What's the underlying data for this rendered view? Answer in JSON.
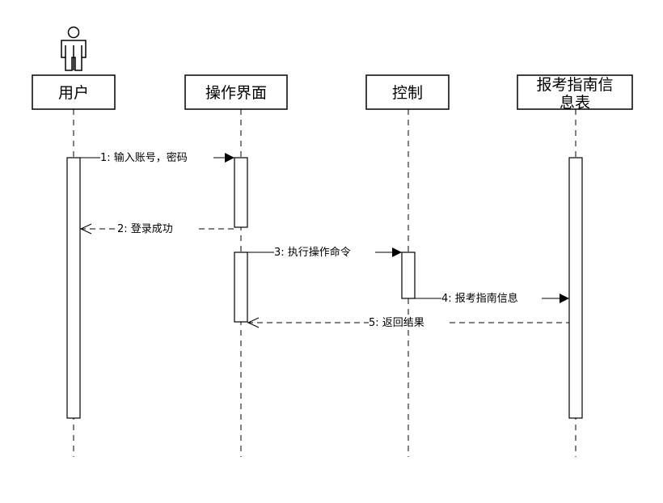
{
  "participants": [
    {
      "id": "user",
      "label": "用户",
      "actor": true
    },
    {
      "id": "ui",
      "label": "操作界面"
    },
    {
      "id": "ctrl",
      "label": "控制"
    },
    {
      "id": "table",
      "label_lines": [
        "报考指南信",
        "息表"
      ]
    }
  ],
  "messages": [
    {
      "label": "1: 输入账号，密码",
      "from": "user",
      "to": "ui",
      "style": "solid"
    },
    {
      "label": "2:  登录成功",
      "from": "ui",
      "to": "user",
      "style": "dashed"
    },
    {
      "label": "3: 执行操作命令",
      "from": "ui",
      "to": "ctrl",
      "style": "solid"
    },
    {
      "label": "4: 报考指南信息",
      "from": "ctrl",
      "to": "table",
      "style": "solid"
    },
    {
      "label": "5:  返回结果",
      "from": "table",
      "to": "ui",
      "style": "dashed"
    }
  ]
}
